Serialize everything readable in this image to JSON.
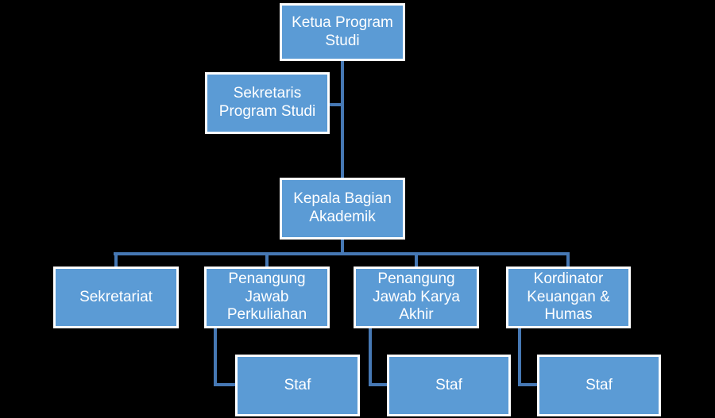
{
  "diagram_type": "org-chart",
  "colors": {
    "background": "#000000",
    "box_fill": "#5B9BD5",
    "box_border": "#FFFFFF",
    "connector": "#4678B4",
    "text_color": "#FFFFFF"
  },
  "nodes": {
    "ketua": {
      "label": "Ketua Program\nStudi"
    },
    "sekretaris": {
      "label": "Sekretaris\nProgram Studi"
    },
    "kepala": {
      "label": "Kepala Bagian\nAkademik"
    },
    "sekretariat": {
      "label": "Sekretariat"
    },
    "pj_perkuliahan": {
      "label": "Penangung\nJawab\nPerkuliahan"
    },
    "pj_karya_akhir": {
      "label": "Penangung\nJawab Karya\nAkhir"
    },
    "kordinator": {
      "label": "Kordinator\nKeuangan &\nHumas"
    },
    "staf_1": {
      "label": "Staf"
    },
    "staf_2": {
      "label": "Staf"
    },
    "staf_3": {
      "label": "Staf"
    }
  },
  "edges": [
    {
      "from": "ketua",
      "to": "kepala",
      "type": "reports"
    },
    {
      "from": "ketua",
      "to": "sekretaris",
      "type": "assistant"
    },
    {
      "from": "kepala",
      "to": "sekretariat",
      "type": "reports"
    },
    {
      "from": "kepala",
      "to": "pj_perkuliahan",
      "type": "reports"
    },
    {
      "from": "kepala",
      "to": "pj_karya_akhir",
      "type": "reports"
    },
    {
      "from": "kepala",
      "to": "kordinator",
      "type": "reports"
    },
    {
      "from": "pj_perkuliahan",
      "to": "staf_1",
      "type": "reports"
    },
    {
      "from": "pj_karya_akhir",
      "to": "staf_2",
      "type": "reports"
    },
    {
      "from": "kordinator",
      "to": "staf_3",
      "type": "reports"
    }
  ]
}
